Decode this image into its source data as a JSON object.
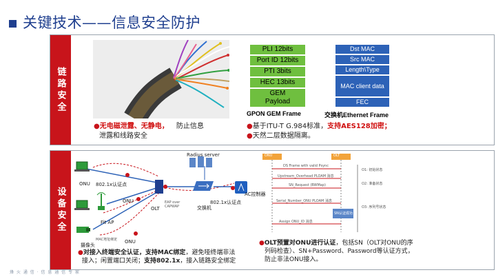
{
  "header": {
    "title": "关键技术——信息安全防护"
  },
  "link_security": {
    "side_label": "链路安全",
    "cable_bullet_red": "无电磁泄露、无静电，",
    "cable_bullet_rest1": "防止信息",
    "cable_bullet_rest2": "泄露和线路安全",
    "gpon_fields": [
      "PLI  12bits",
      "Port ID 12bits",
      "PTI  3bits",
      "HEC 13bits",
      "GEM",
      "Payload"
    ],
    "gpon_caption": "GPON GEM  Frame",
    "eth_fields": [
      "Dst MAC",
      "Src MAC",
      "Length\\Type",
      "MAC client data",
      "FEC"
    ],
    "eth_caption": "交换机Ethernet  Frame",
    "std_bullet_pre": "基于ITU-T G.984标准，",
    "std_bullet_red": "支持AES128加密；",
    "std_bullet2": "天然二层数据隔离。"
  },
  "device_security": {
    "side_label": "设备安全",
    "diagram": {
      "radius_server": "Radius server",
      "onu_top": "ONU",
      "auth_top": "802.1x认证点",
      "fit_ap": "Fit AP",
      "onu_mid": "ONU",
      "olt": "OLT",
      "eap": "EAP over CAPWAP",
      "switch": "交换机",
      "auth_right": "802.1x认证点",
      "ac": "AC控制器",
      "camera": "摄像头",
      "mac_bind": "MAC地址绑定",
      "onu_bottom": "ONU"
    },
    "left_bullet_b1": "对接入终端安全认证，支持MAC绑定",
    "left_bullet_t1": "，避免哑终端非法",
    "left_bullet_t2": "接入；闲置端口关闭；",
    "left_bullet_b2": "支持802.1x",
    "left_bullet_t3": "，接入链路安全绑定",
    "seq": {
      "onu": "ONU",
      "olt": "OLT",
      "msgs": [
        "DS Frame with valid Psync",
        "Upstream_Overhead PLOAM 消息",
        "SN_Request (BWMap)",
        "Serial_Number_ONU PLOAM 消息",
        "Assign ONU_ID 消息"
      ],
      "states": [
        "O1: 初始状态",
        "O2: 准备状态",
        "O3: 序列号状态"
      ],
      "sn_box": "SN认证成功"
    },
    "right_bullet_b": "OLT预置对ONU进行认证",
    "right_bullet_t1": "，包括SN（OLT对ONU的序",
    "right_bullet_t2": "列码检查）、SN+Password、Password等认证方式，",
    "right_bullet_t3": "防止非法ONU接入。"
  },
  "footer": "烽 火 通 信  ·  信 息 通 信 专 家",
  "colors": {
    "accent": "#c8141b",
    "brand": "#1f3f8f",
    "gpon": "#6fbf3f",
    "eth": "#2d62b7"
  }
}
